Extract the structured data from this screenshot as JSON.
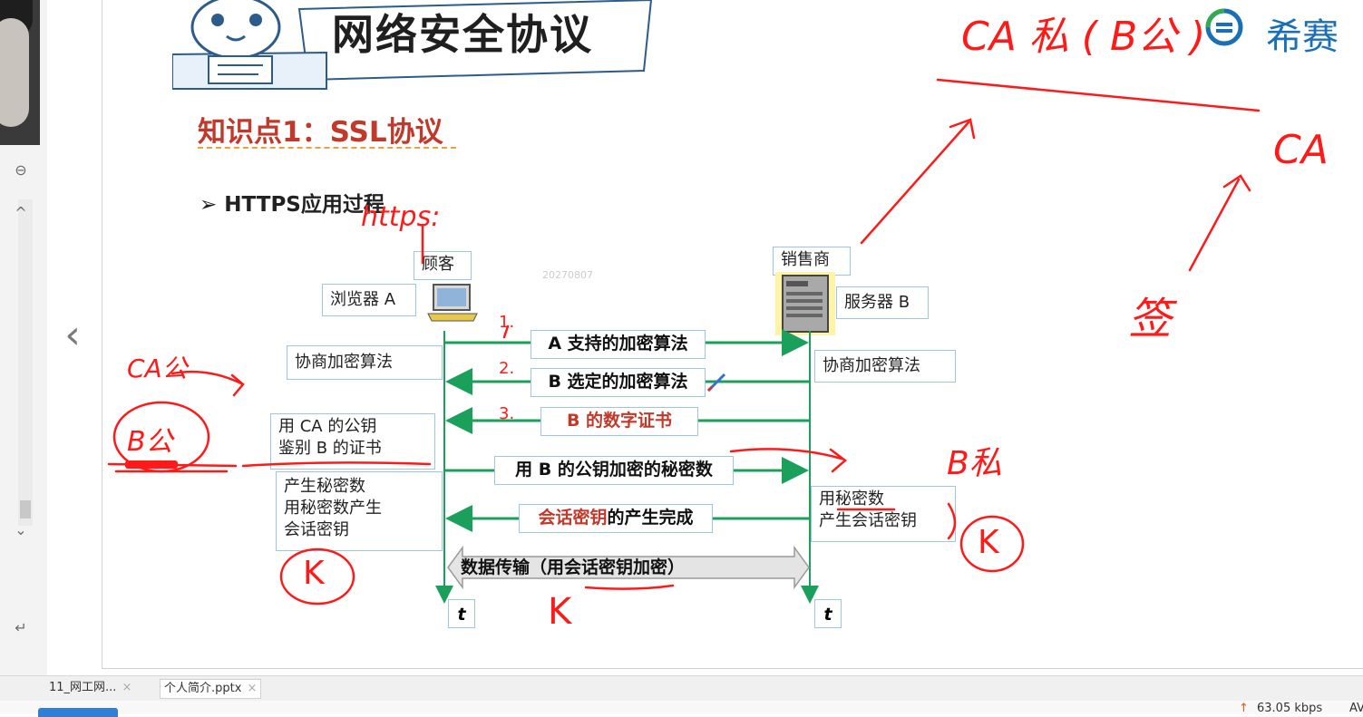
{
  "slide": {
    "title": "网络安全协议",
    "knowledge_point": "知识点1：SSL协议",
    "bullet_marker": "➢",
    "bullet": "HTTPS应用过程",
    "watermark": "20270807",
    "logo": "希赛"
  },
  "diagram": {
    "customer_label": "顾客",
    "browser_label": "浏览器 A",
    "vendor_label": "销售商",
    "server_label": "服务器 B",
    "left_negotiate": "协商加密算法",
    "right_negotiate": "协商加密算法",
    "left_verify_line1": "用 CA 的公钥",
    "left_verify_line2": "鉴别 B 的证书",
    "left_generate_line1": "产生秘密数",
    "left_generate_line2": "用秘密数产生",
    "left_generate_line3": "会话密钥",
    "right_generate_line1": "用秘密数",
    "right_generate_line2": "产生会话密钥",
    "msg1": "A 支持的加密算法",
    "msg2": "B 选定的加密算法",
    "msg3": "B 的数字证书",
    "msg4": "用 B 的公钥加密的秘密数",
    "msg5_red": "会话密钥",
    "msg5_rest": "的产生完成",
    "msg6": "数据传输（用会话密钥加密）",
    "time_left": "t",
    "time_right": "t"
  },
  "handwriting": {
    "https": "https:",
    "num1": "1.",
    "num2": "2.",
    "num3": "3.",
    "ca_pub": "CA公",
    "b_pub": "B公",
    "k_left": "K",
    "k_bottom": "K",
    "k_right": "K",
    "b_priv": "B私",
    "ca_priv_formula": "CA 私 ( B公 )",
    "ca": "CA",
    "sign": "签"
  },
  "tabs": [
    {
      "label": "11_网工网...",
      "close": "×"
    },
    {
      "label": "个人简介.pptx",
      "close": "×"
    }
  ],
  "status": {
    "net_speed": "63.05 kbps",
    "upload_arrow": "↑",
    "trailing": "AV"
  },
  "left_strip": {
    "collapse": "⊖",
    "up": "^",
    "down": "⌄",
    "enter": "↵",
    "prev": "‹"
  },
  "colors": {
    "arrow_green": "#1aa05a",
    "ink_red": "#ff1a1a",
    "heading_red": "#c0392b",
    "box_border": "#9fc4e4"
  }
}
